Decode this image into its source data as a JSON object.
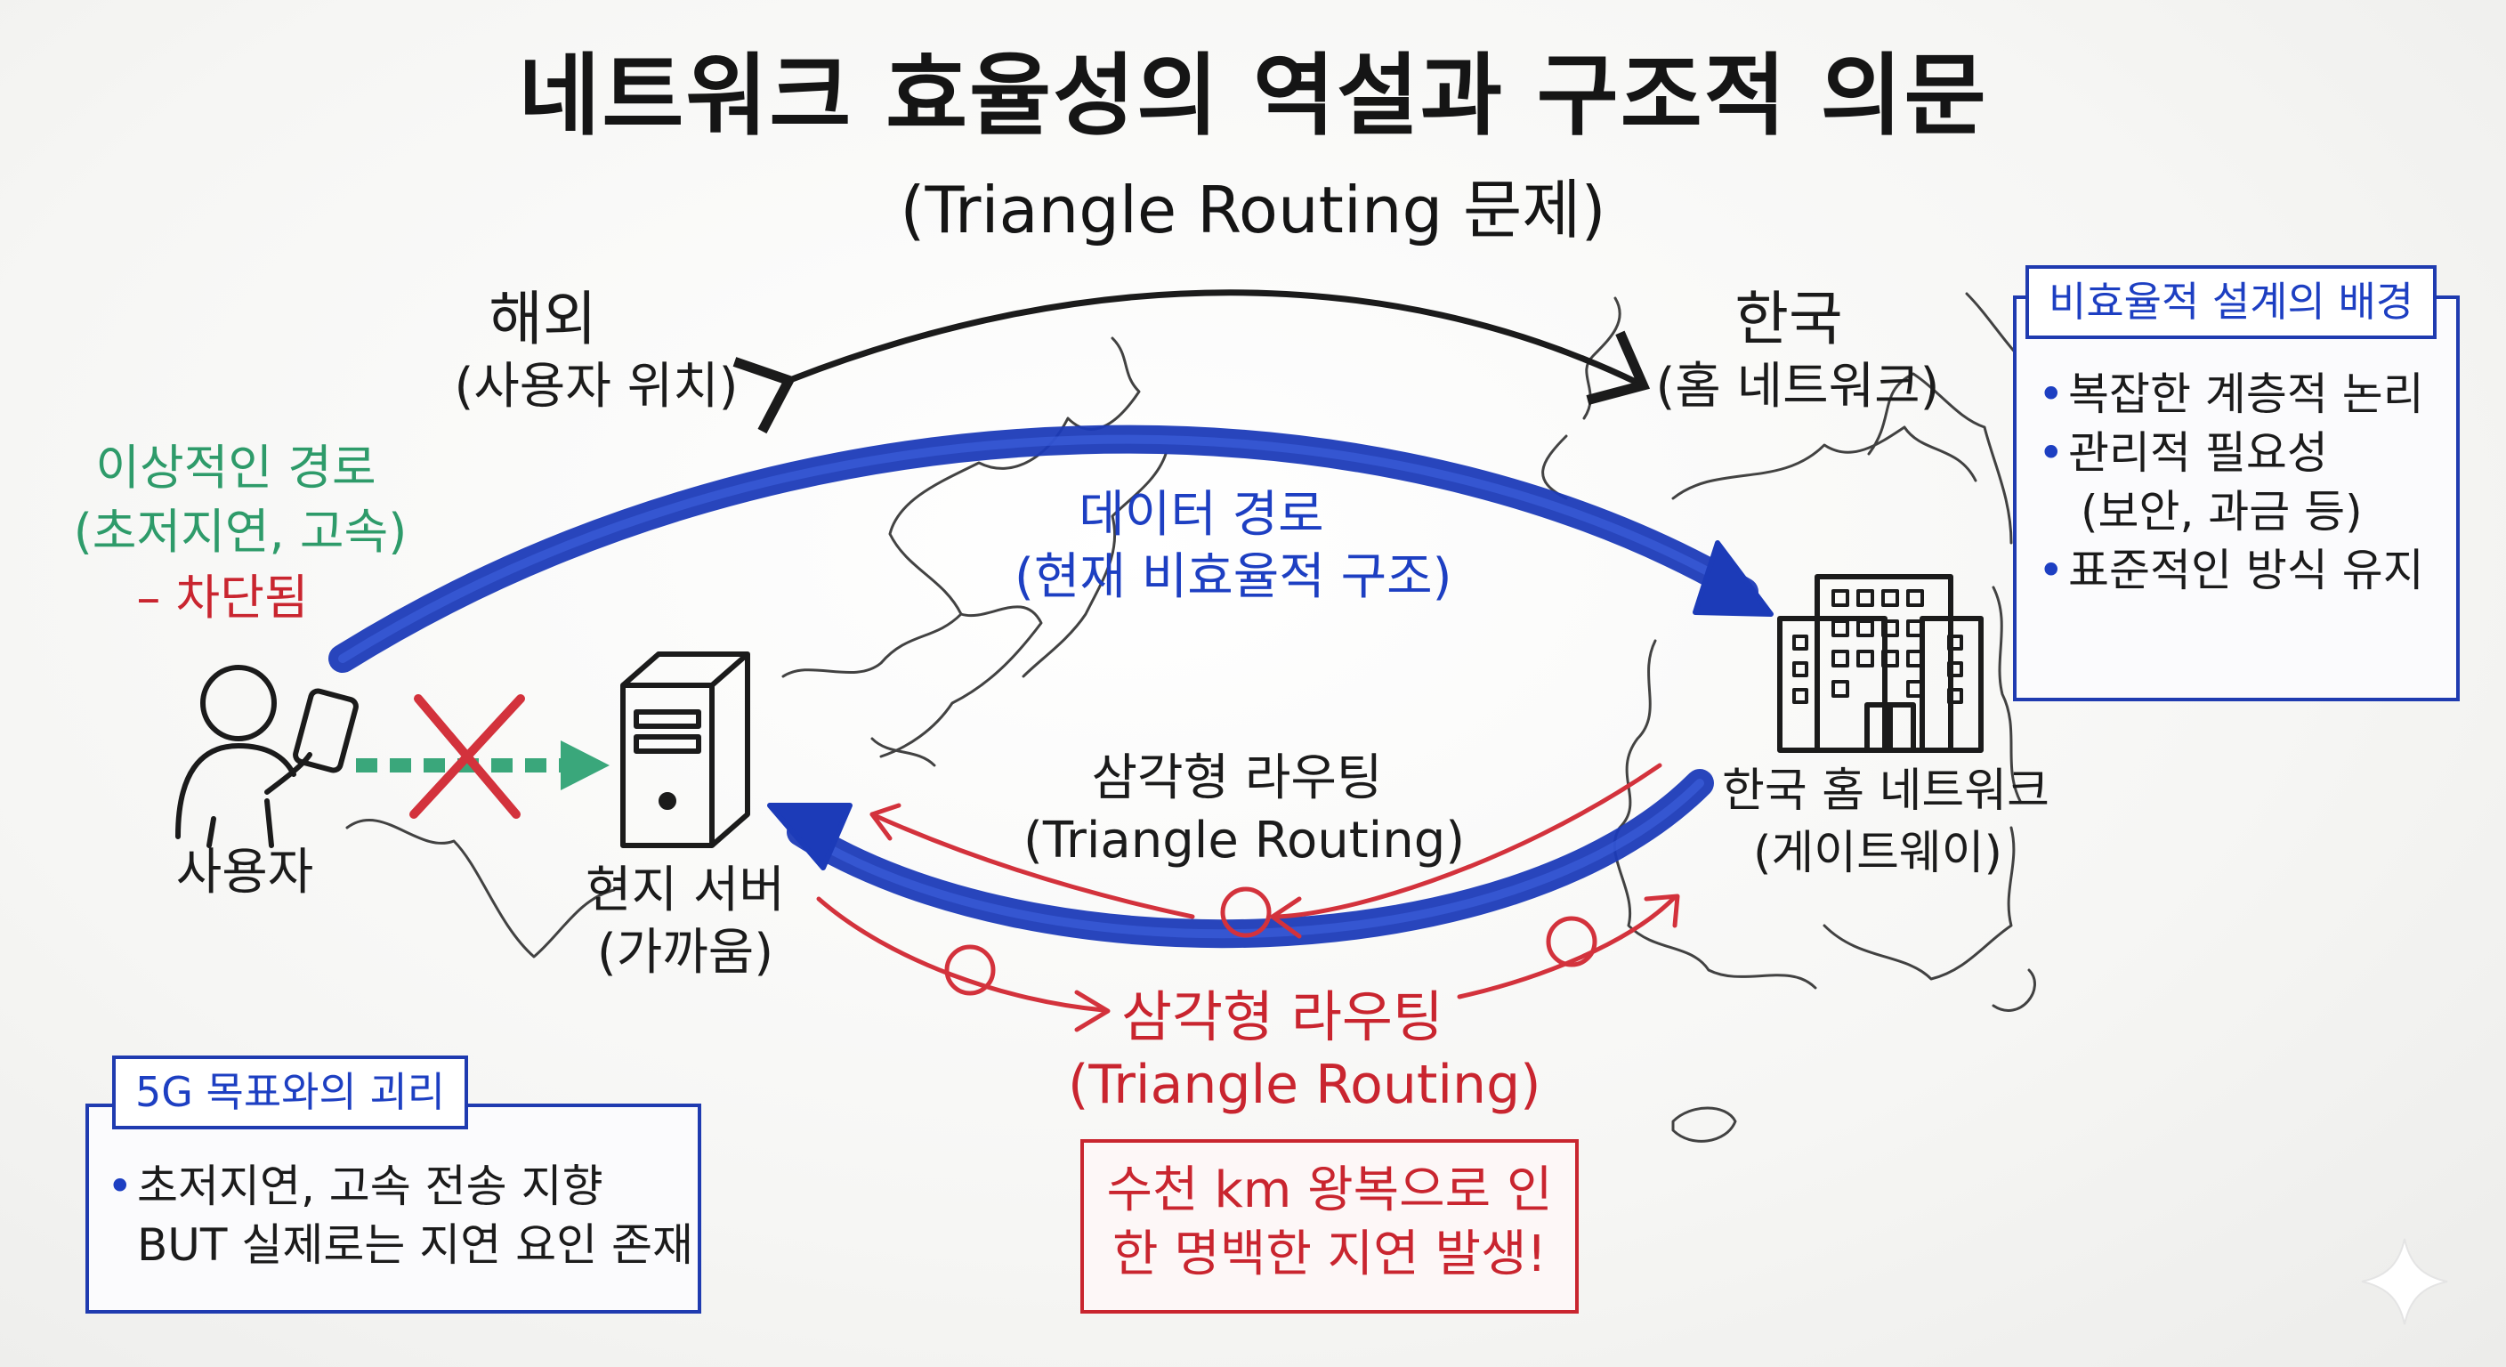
{
  "title": "네트워크 효율성의 역설과 구조적 의문",
  "subtitle": "(Triangle Routing 문제)",
  "overseas": {
    "label": "해외",
    "sublabel": "(사용자 위치)"
  },
  "korea": {
    "label": "한국",
    "sublabel": "(홈 네트워크)"
  },
  "ideal_path": {
    "line1": "이상적인 경로",
    "line2": "(초저지연, 고속)",
    "blocked": "– 차단됨"
  },
  "data_path": {
    "line1": "데이터 경로",
    "line2": "(현재 비효율적 구조)"
  },
  "user": {
    "label": "사용자"
  },
  "local_server": {
    "line1": "현지 서버",
    "line2": "(가까움)"
  },
  "home_gateway": {
    "line1": "한국 홈 네트워크",
    "line2": "(게이트웨이)"
  },
  "triangle_upper": {
    "line1": "삼각형 라우팅",
    "line2": "(Triangle Routing)"
  },
  "triangle_lower": {
    "line1": "삼각형 라우팅",
    "line2": "(Triangle Routing)"
  },
  "latency_note": "수천 km 왕복으로 인한 명백한 지연 발생!",
  "inefficiency_box": {
    "title": "비효율적 설계의 배경",
    "items": [
      "복잡한 계층적 논리",
      "관리적 필요성",
      "(보안, 과금 등)",
      "표준적인 방식 유지"
    ]
  },
  "gap_box": {
    "title": "5G 목표와의 괴리",
    "items": [
      "초저지연, 고속 전송 지향",
      "BUT 실제로는 지연 요인 존재"
    ]
  },
  "colors": {
    "blue": "#1d3fc2",
    "red": "#c9252f",
    "green": "#2e9b6a",
    "ink": "#1b1b1b"
  },
  "icons": [
    "person-with-phone-icon",
    "server-tower-icon",
    "office-building-icon",
    "blocked-x-icon"
  ]
}
